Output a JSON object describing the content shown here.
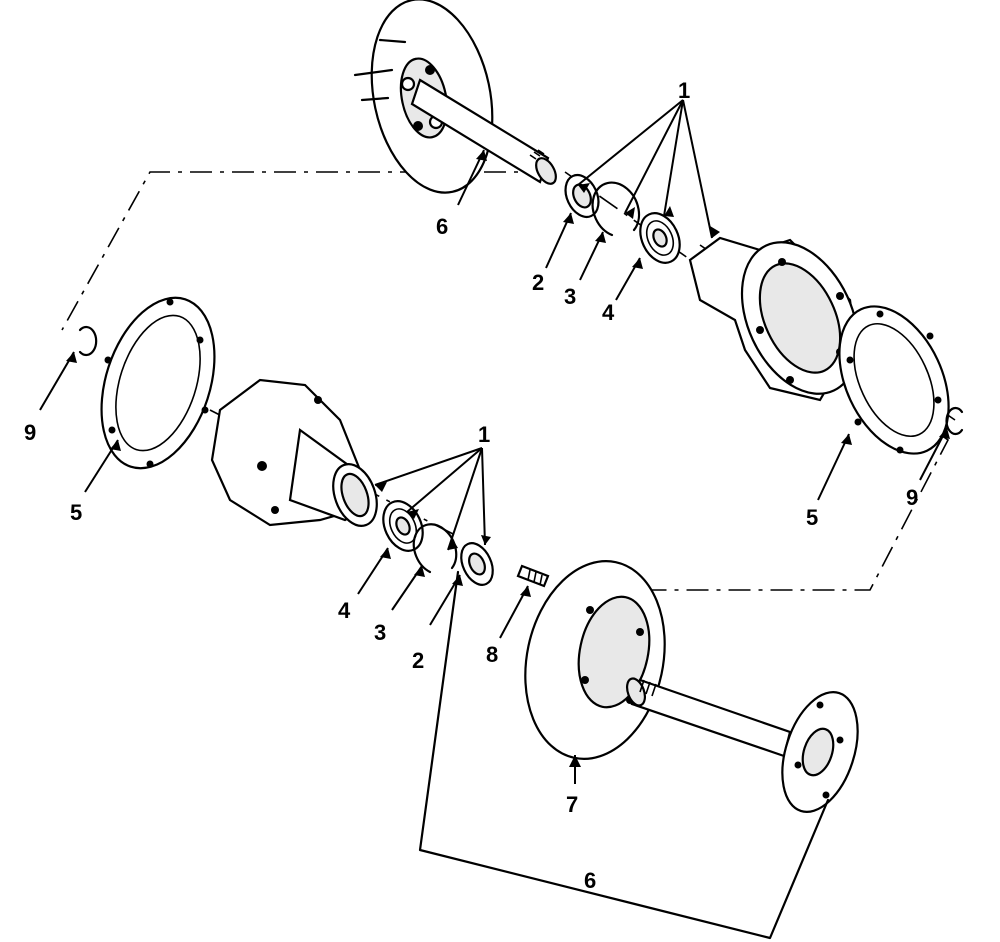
{
  "callouts": {
    "c1_top": "1",
    "c2_top": "2",
    "c3_top": "3",
    "c4_top": "4",
    "c6_top": "6",
    "c5_right": "5",
    "c9_right": "9",
    "c9_left": "9",
    "c5_left": "5",
    "c1_mid": "1",
    "c4_mid": "4",
    "c3_mid": "3",
    "c2_mid": "2",
    "c8": "8",
    "c7": "7",
    "c6_bottom": "6"
  }
}
